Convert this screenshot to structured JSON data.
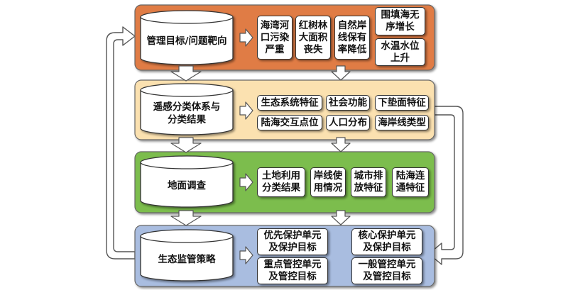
{
  "colors": {
    "band1": "#e07b44",
    "band2": "#fbe1b0",
    "band3": "#7bbd4e",
    "band4": "#a9bde0",
    "stroke": "#555555"
  },
  "bands": [
    {
      "title": "管理目标/问题靶向",
      "items": [
        "海湾河\n口污染\n严重",
        "红树林\n大面积\n丧失",
        "自然岸\n线保有\n率降低",
        "围填海无\n序增长",
        "水温水位\n上升"
      ]
    },
    {
      "title": "遥感分类体系与\n分类结果",
      "items": [
        "生态系统特征",
        "社会功能",
        "下垫面特征",
        "陆海交互点位",
        "人口分布",
        "海岸线类型"
      ]
    },
    {
      "title": "地面调查",
      "items": [
        "土地利用\n分类结果",
        "岸线使\n用情况",
        "城市排\n放特征",
        "陆海连\n通特征"
      ]
    },
    {
      "title": "生态监管策略",
      "items": [
        "优先保护单元\n及保护目标",
        "核心保护单元\n及保护目标",
        "重点管控单元\n及管控目标",
        "一般管控单元\n及管控目标"
      ]
    }
  ]
}
